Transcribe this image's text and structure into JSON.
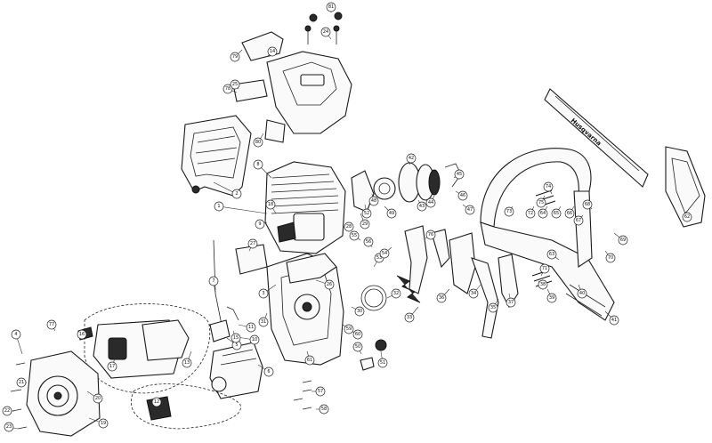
{
  "bar_brand": "Husqvarna",
  "callouts": [
    "1",
    "2",
    "3",
    "4",
    "5",
    "6",
    "7",
    "8",
    "9",
    "10",
    "11",
    "12",
    "13",
    "14",
    "15",
    "16",
    "17",
    "18",
    "19",
    "20",
    "21",
    "22",
    "23",
    "24",
    "25",
    "26",
    "27",
    "28",
    "29",
    "30",
    "31",
    "32",
    "33",
    "34",
    "35",
    "36",
    "37",
    "38",
    "39",
    "40",
    "41",
    "42",
    "43",
    "44",
    "45",
    "46",
    "47",
    "48",
    "49",
    "50",
    "51",
    "52",
    "53",
    "54",
    "55",
    "56",
    "57",
    "58",
    "59",
    "60",
    "61",
    "62",
    "63",
    "64",
    "65",
    "66",
    "67",
    "68",
    "69",
    "70",
    "71",
    "72",
    "73",
    "74",
    "75",
    "76",
    "77",
    "78",
    "79",
    "80",
    "81"
  ]
}
